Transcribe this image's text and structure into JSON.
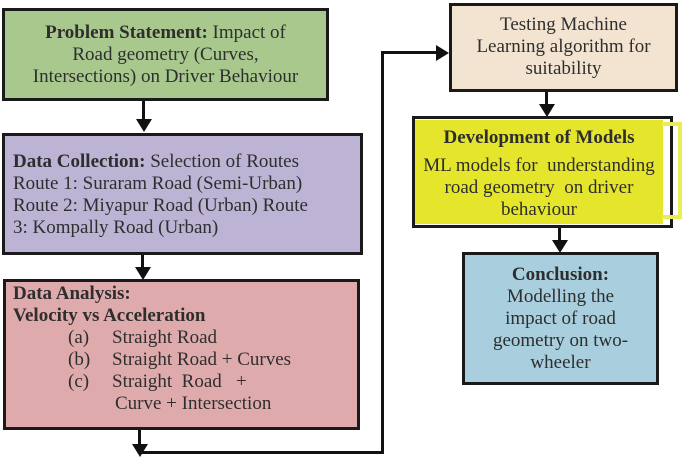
{
  "diagram_title": "Research methodology flowchart",
  "colors": {
    "problem_bg": "#a9c88e",
    "collection_bg": "#bdb3d5",
    "analysis_bg": "#dfaaac",
    "testing_bg": "#f3e4d2",
    "development_bg": "#ffffff",
    "highlight": "#e5e62b",
    "bracket": "#eaee55",
    "conclusion_bg": "#a9cedd",
    "border": "#1a1a1a",
    "line": "#111111",
    "text": "#2e2e2e"
  },
  "boxes": {
    "problem": {
      "title": "Problem Statement:",
      "line1_rest": " Impact of",
      "lines": [
        "Road geometry (Curves,",
        "Intersections) on Driver Behaviour"
      ]
    },
    "data_collection": {
      "title": "Data Collection:",
      "line1_rest": " Selection of Routes",
      "lines": [
        "Route 1: Suraram Road (Semi-Urban)",
        "Route 2: Miyapur Road (Urban) Route",
        "3: Kompally Road (Urban)"
      ]
    },
    "data_analysis": {
      "title_line1": "Data Analysis:",
      "title_line2": "Velocity vs Acceleration",
      "items": [
        {
          "label": "(a)",
          "text": "Straight Road"
        },
        {
          "label": "(b)",
          "text": "Straight Road + Curves"
        },
        {
          "label": "(c)",
          "text": "Straight  Road   +"
        }
      ],
      "continuation": "Curve + Intersection"
    },
    "testing": {
      "lines": [
        "Testing Machine",
        "Learning algorithm for",
        "suitability"
      ]
    },
    "development": {
      "title": "Development of Models",
      "lines": [
        "ML models for  understanding",
        "road geometry  on driver",
        "behaviour"
      ]
    },
    "conclusion": {
      "title": "Conclusion:",
      "lines": [
        "Modelling the",
        "impact of road",
        "geometry on two-",
        "wheeler"
      ]
    }
  }
}
